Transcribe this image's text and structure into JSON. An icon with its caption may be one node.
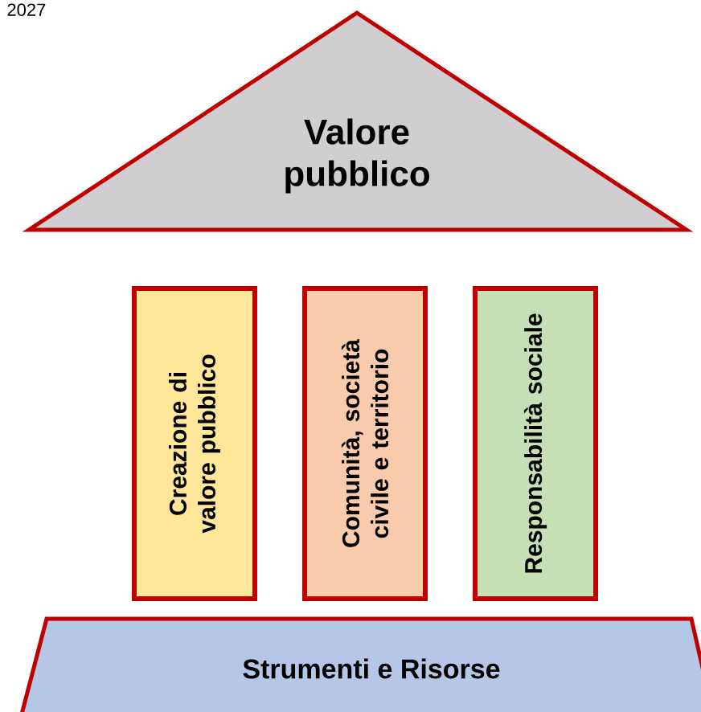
{
  "diagram": {
    "nodes": [
      {
        "text": [
          "Valore pubblico"
        ]
      },
      {
        "text": [
          "Creazione di valore pubblico"
        ]
      },
      {
        "text": [
          "Comunità, società civile e territorio"
        ]
      },
      {
        "text": [
          "Responsabilità sociale"
        ]
      },
      {
        "text": [
          "Strumenti e Risorse"
        ]
      }
    ],
    "labels": [
      "2027"
    ]
  }
}
